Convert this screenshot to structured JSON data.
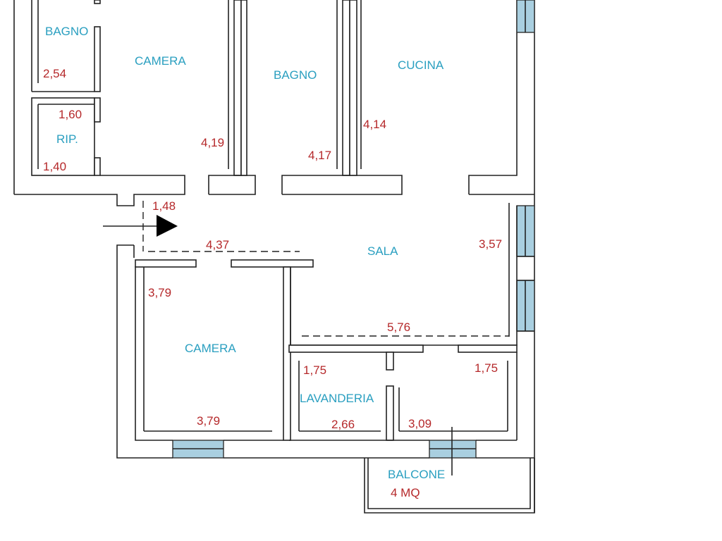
{
  "rooms": {
    "bagno_top_left": "BAGNO",
    "camera_top": "CAMERA",
    "rip": "RIP.",
    "bagno_center": "BAGNO",
    "cucina": "CUCINA",
    "sala": "SALA",
    "camera_bottom": "CAMERA",
    "lavanderia": "LAVANDERIA",
    "balcone": "BALCONE"
  },
  "dimensions": {
    "bagno_width": "2,54",
    "rip_top": "1,60",
    "rip_bottom": "1,40",
    "camera_top_depth": "4,19",
    "bagno_center_depth": "4,17",
    "cucina_depth": "4,14",
    "ingresso": "1,48",
    "corridor_length": "4,37",
    "sala_depth": "3,57",
    "sala_width": "5,76",
    "camera_bottom_depth": "3,79",
    "camera_bottom_width": "3,79",
    "lavanderia_depth": "1,75",
    "lavanderia_width": "2,66",
    "right_room_depth": "1,75",
    "right_room_width": "3,09",
    "balcone_area": "4 MQ"
  },
  "colors": {
    "room_label": "#2a9fc0",
    "dimension_label": "#b5282a",
    "window_fill": "#a9cfe0",
    "wall_stroke": "#222222"
  }
}
